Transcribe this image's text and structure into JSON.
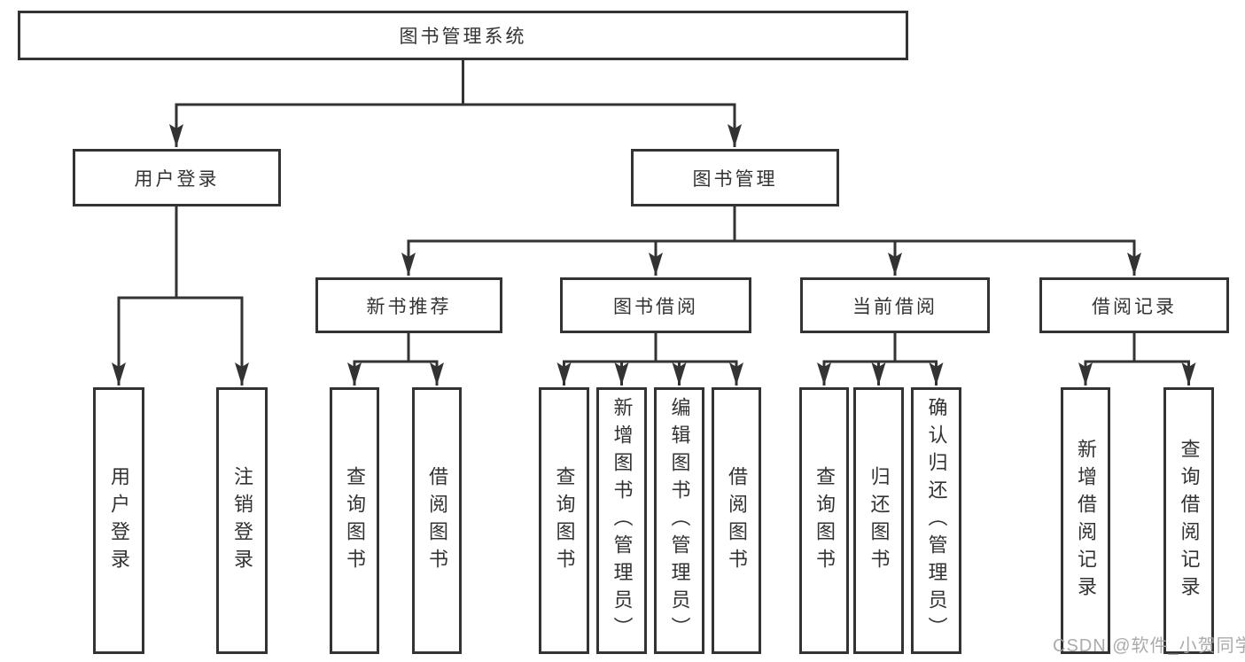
{
  "tree": {
    "root": "图书管理系统",
    "children": [
      {
        "label": "用户登录",
        "children": [
          "用户登录",
          "注销登录"
        ]
      },
      {
        "label": "图书管理",
        "children": [
          {
            "label": "新书推荐",
            "children": [
              "查询图书",
              "借阅图书"
            ]
          },
          {
            "label": "图书借阅",
            "children": [
              "查询图书",
              "新增图书（管理员）",
              "编辑图书（管理员）",
              "借阅图书"
            ]
          },
          {
            "label": "当前借阅",
            "children": [
              "查询图书",
              "归还图书",
              "确认归还（管理员）"
            ]
          },
          {
            "label": "借阅记录",
            "children": [
              "新增借阅记录",
              "查询借阅记录"
            ]
          }
        ]
      }
    ]
  },
  "watermark": "CSDN @软件_小贺同学",
  "colors": {
    "line": "#333333",
    "box_border": "#333333",
    "text": "#333333",
    "background": "#ffffff",
    "watermark": "#a4a4a4"
  }
}
